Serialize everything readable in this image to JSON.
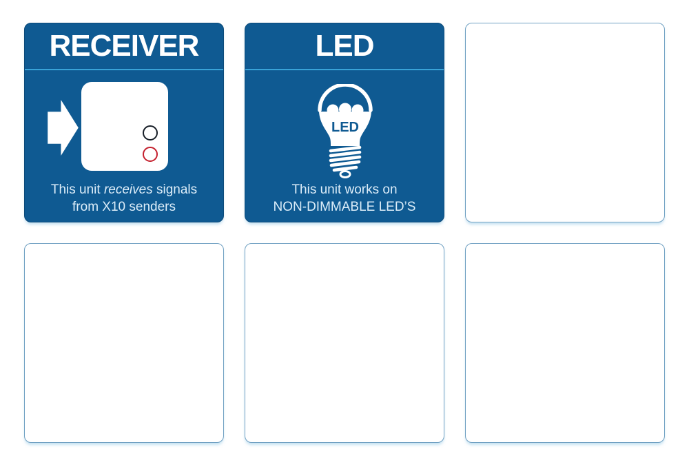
{
  "page": {
    "background": "#ffffff",
    "empty_placeholder_count": 4
  },
  "colors": {
    "card_blue": "#0f5a92",
    "card_border_dark": "#0c4a79",
    "divider_blue": "#39a3d8",
    "title_text": "#ffffff",
    "caption_text": "#dcedf9",
    "module_black_circle": "#161d26",
    "module_red_circle": "#c41f2d",
    "empty_card_border": "#6fa0c2"
  },
  "cards": {
    "receiver": {
      "title": "RECEIVER",
      "icon": "arrow-into-receiver-module-icon",
      "caption_pre": "This unit ",
      "caption_italic": "receives",
      "caption_post": " signals",
      "caption_line2": "from X10 senders"
    },
    "led": {
      "title": "LED",
      "icon": "led-bulb-icon",
      "bulb_label": "LED",
      "caption_line1": "This unit works on",
      "caption_line2": "NON-DIMMABLE LED’S"
    }
  }
}
